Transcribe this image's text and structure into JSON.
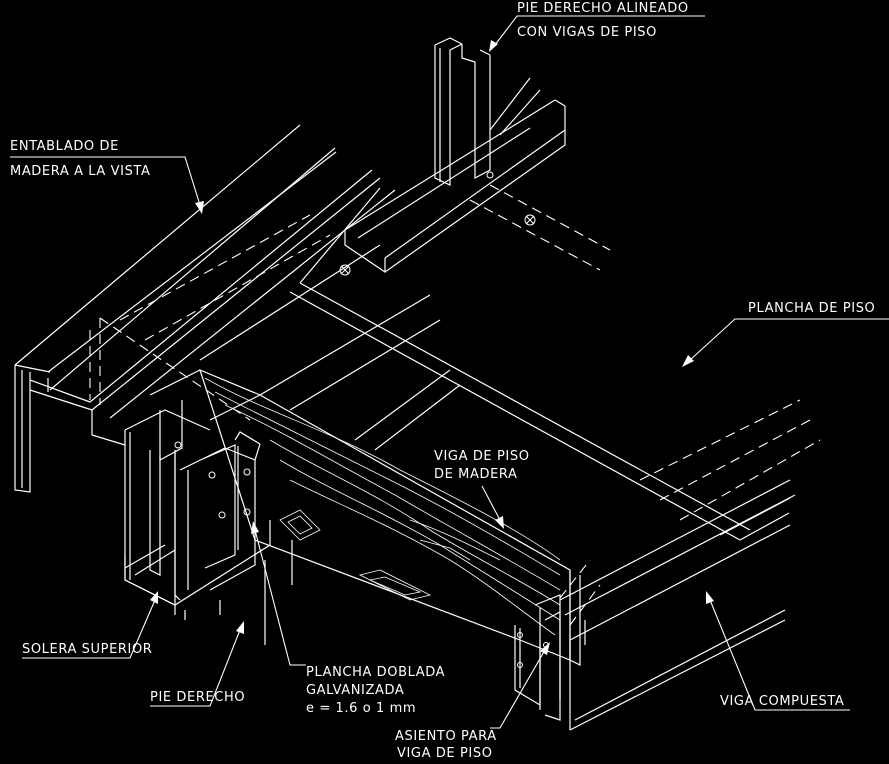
{
  "colors": {
    "background": "#000000",
    "linework": "#ffffff"
  },
  "labels": {
    "pie_alineado_1": "PIE DERECHO ALINEADO",
    "pie_alineado_2": "CON VIGAS DE PISO",
    "entablado_1": "ENTABLADO DE",
    "entablado_2": "MADERA A LA VISTA",
    "plancha_piso": "PLANCHA DE PISO",
    "viga_madera_1": "VIGA DE PISO",
    "viga_madera_2": "DE MADERA",
    "solera": "SOLERA SUPERIOR",
    "pie_derecho": "PIE DERECHO",
    "plancha_doblada_1": "PLANCHA DOBLADA",
    "plancha_doblada_2": "GALVANIZADA",
    "plancha_doblada_3": "e = 1.6 o 1 mm",
    "viga_compuesta": "VIGA COMPUESTA",
    "asiento_1": "ASIENTO PARA",
    "asiento_2": "VIGA DE PISO"
  }
}
